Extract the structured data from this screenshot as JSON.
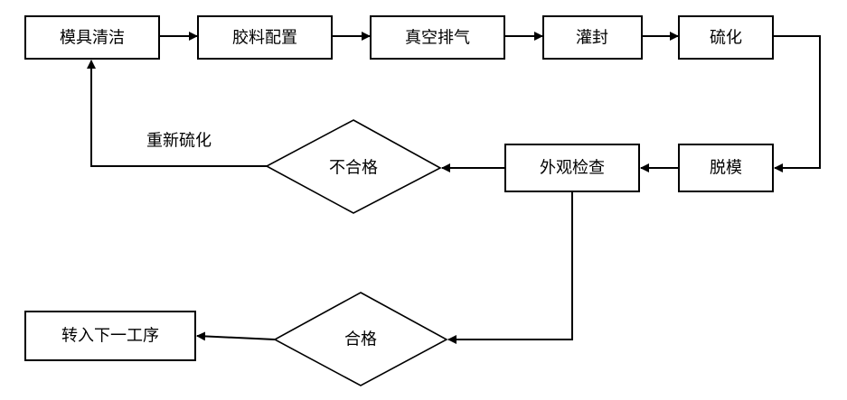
{
  "nodes": {
    "mold_cleaning": "模具清洁",
    "glue_mixing": "胶料配置",
    "vacuum_degassing": "真空排气",
    "potting": "灌封",
    "curing": "硫化",
    "demolding": "脱模",
    "visual_inspection": "外观检查",
    "fail": "不合格",
    "pass": "合格",
    "next_process": "转入下一工序"
  },
  "edge_labels": {
    "re_cure": "重新硫化"
  },
  "colors": {
    "stroke": "#000000",
    "fill": "#ffffff"
  }
}
